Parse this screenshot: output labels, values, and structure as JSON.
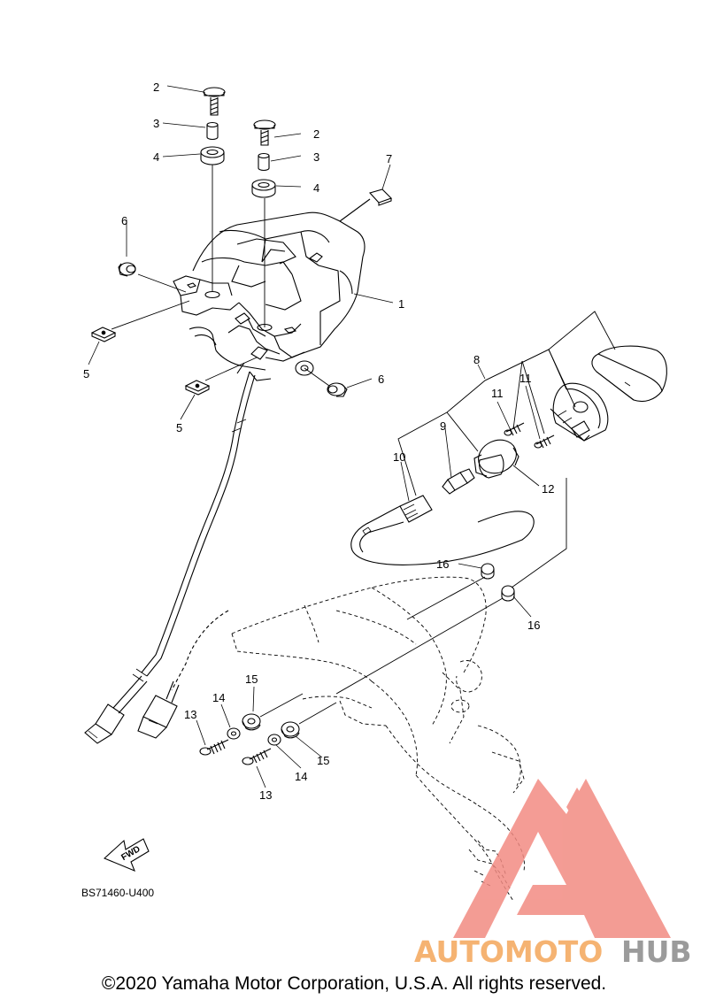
{
  "diagram": {
    "callouts": [
      {
        "id": "c1",
        "label": "1"
      },
      {
        "id": "c2a",
        "label": "2"
      },
      {
        "id": "c2b",
        "label": "2"
      },
      {
        "id": "c3a",
        "label": "3"
      },
      {
        "id": "c3b",
        "label": "3"
      },
      {
        "id": "c4a",
        "label": "4"
      },
      {
        "id": "c4b",
        "label": "4"
      },
      {
        "id": "c5a",
        "label": "5"
      },
      {
        "id": "c5b",
        "label": "5"
      },
      {
        "id": "c6a",
        "label": "6"
      },
      {
        "id": "c6b",
        "label": "6"
      },
      {
        "id": "c7",
        "label": "7"
      },
      {
        "id": "c8",
        "label": "8"
      },
      {
        "id": "c9",
        "label": "9"
      },
      {
        "id": "c10",
        "label": "10"
      },
      {
        "id": "c11a",
        "label": "11"
      },
      {
        "id": "c11b",
        "label": "11"
      },
      {
        "id": "c12",
        "label": "12"
      },
      {
        "id": "c13a",
        "label": "13"
      },
      {
        "id": "c13b",
        "label": "13"
      },
      {
        "id": "c14a",
        "label": "14"
      },
      {
        "id": "c14b",
        "label": "14"
      },
      {
        "id": "c15a",
        "label": "15"
      },
      {
        "id": "c15b",
        "label": "15"
      },
      {
        "id": "c16a",
        "label": "16"
      },
      {
        "id": "c16b",
        "label": "16"
      }
    ],
    "fwd_label": "FWD",
    "drawing_code": "BS71460-U400"
  },
  "watermark": {
    "part1": "AUTOMOTO",
    "part2": "HUB",
    "colors": {
      "triangle": "#f28b82",
      "part1": "#f4a65a",
      "part2": "#8a8a8a"
    }
  },
  "footer": {
    "copyright": "©2020 Yamaha Motor Corporation, U.S.A. All rights reserved."
  }
}
